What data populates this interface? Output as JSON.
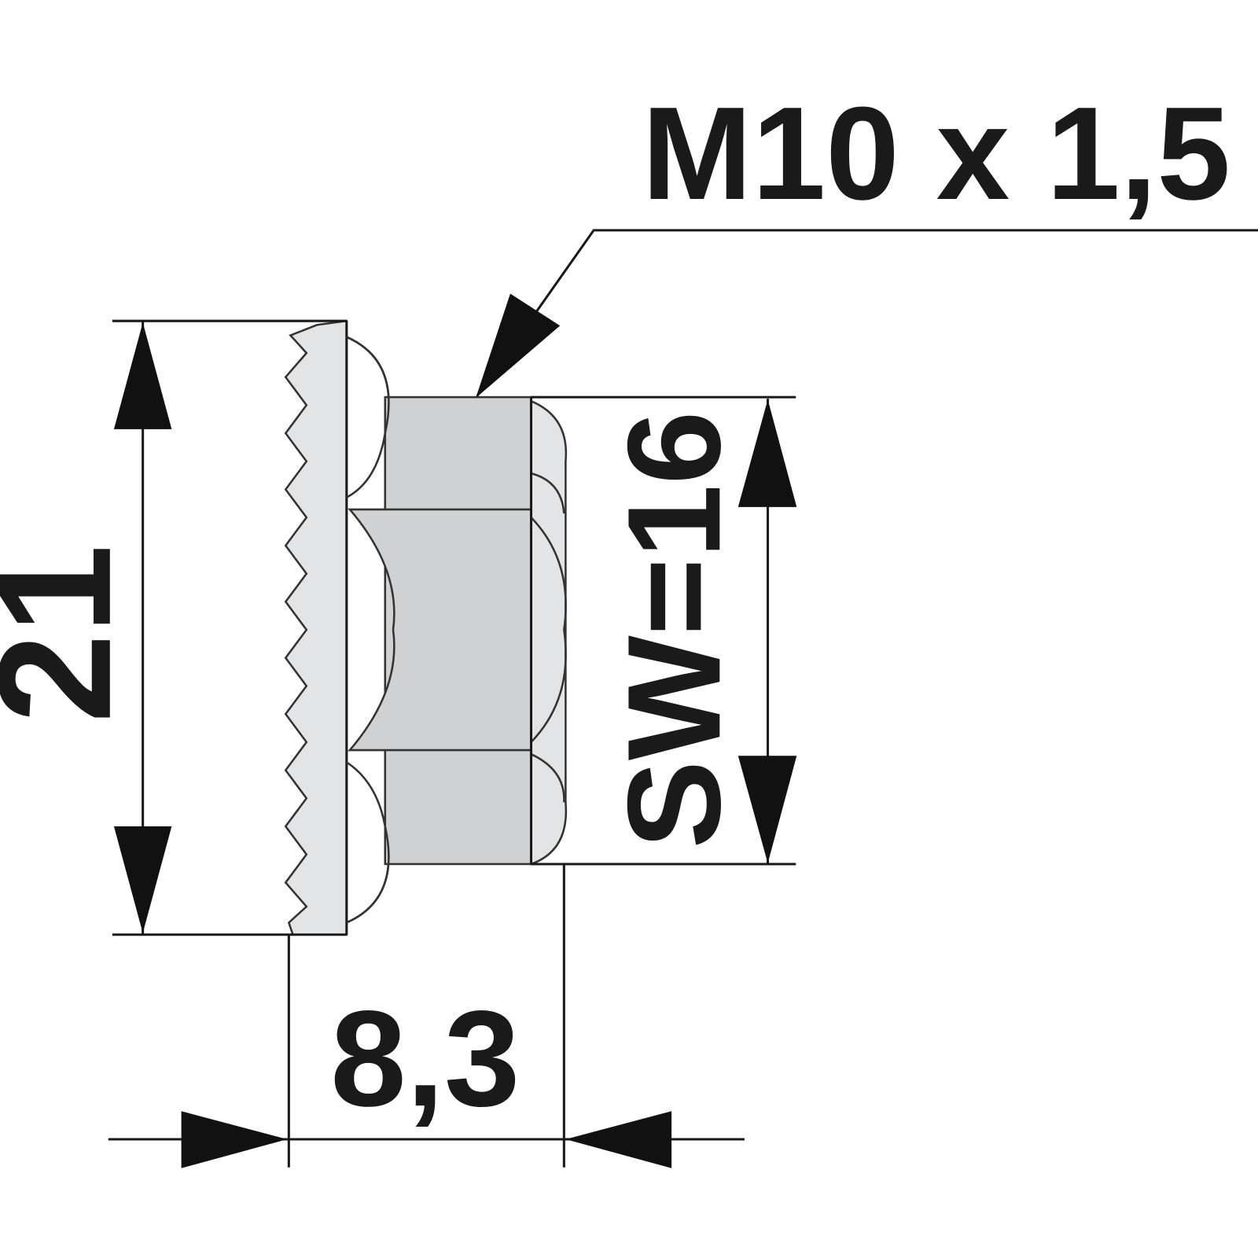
{
  "title": "Flange nut dimension drawing",
  "labels": {
    "thread": "M10 x 1,5",
    "flange_diameter": "21",
    "wrench_size": "SW=16",
    "height": "8,3"
  },
  "colors": {
    "flange_fill": "#e3e4e6",
    "hex_fill": "#d0d1d3",
    "line": "#1a1a1a"
  }
}
